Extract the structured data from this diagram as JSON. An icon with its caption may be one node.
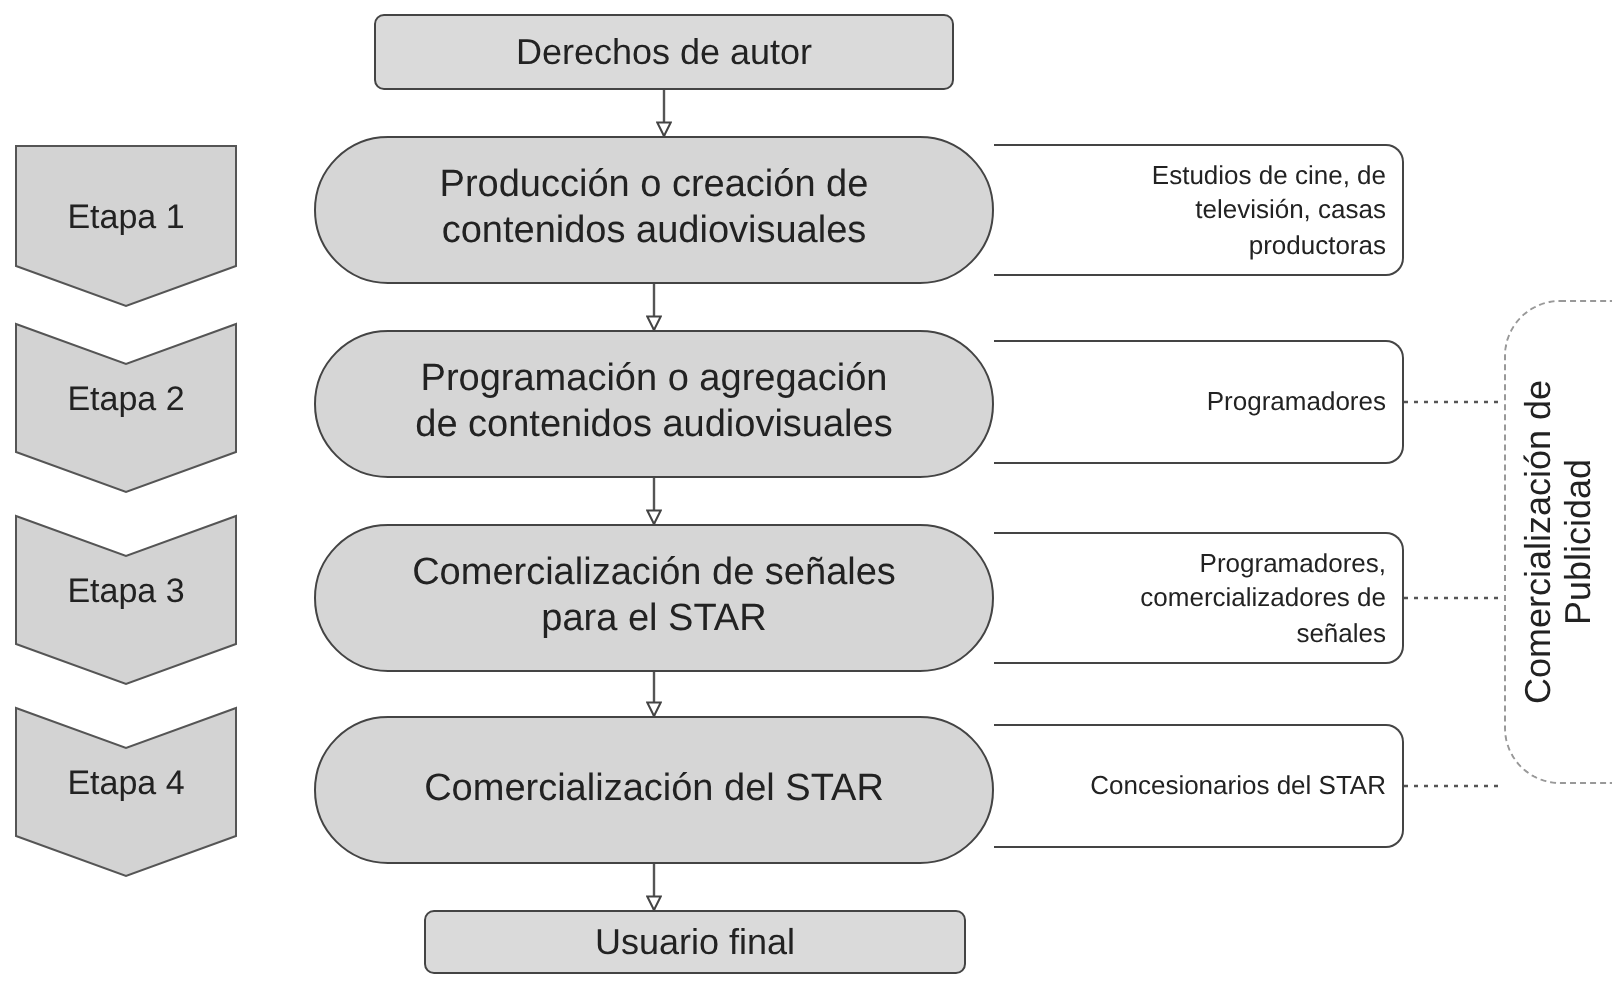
{
  "diagram": {
    "nodes": [
      {
        "text": [
          "Derechos de autor"
        ]
      },
      {
        "text": [
          "Etapa 1"
        ]
      },
      {
        "text": [
          "Producción o creación de contenidos audiovisuales"
        ]
      },
      {
        "text": [
          "Estudios de cine, de televisión, casas productoras"
        ]
      },
      {
        "text": [
          "Etapa 2"
        ]
      },
      {
        "text": [
          "Programación o agregación de contenidos audiovisuales"
        ]
      },
      {
        "text": [
          "Programadores"
        ]
      },
      {
        "text": [
          "Etapa 3"
        ]
      },
      {
        "text": [
          "Comercialización de señales para el STAR"
        ]
      },
      {
        "text": [
          "Programadores, comercializadores de señales"
        ]
      },
      {
        "text": [
          "Etapa 4"
        ]
      },
      {
        "text": [
          "Comercialización del STAR"
        ]
      },
      {
        "text": [
          "Concesionarios del STAR"
        ]
      },
      {
        "text": [
          "Comercialización de Publicidad"
        ]
      },
      {
        "text": [
          "Usuario final"
        ]
      }
    ],
    "edges": [
      {
        "from": 0,
        "to": 2,
        "arrow": "to"
      },
      {
        "from": 2,
        "to": 5,
        "arrow": "to"
      },
      {
        "from": 5,
        "to": 8,
        "arrow": "to"
      },
      {
        "from": 8,
        "to": 11,
        "arrow": "to"
      },
      {
        "from": 11,
        "to": 14,
        "arrow": "to"
      },
      {
        "from": 6,
        "to": 13,
        "arrow": "none",
        "style": "dashed"
      },
      {
        "from": 9,
        "to": 13,
        "arrow": "none",
        "style": "dashed"
      },
      {
        "from": 12,
        "to": 13,
        "arrow": "none",
        "style": "dashed"
      }
    ]
  }
}
